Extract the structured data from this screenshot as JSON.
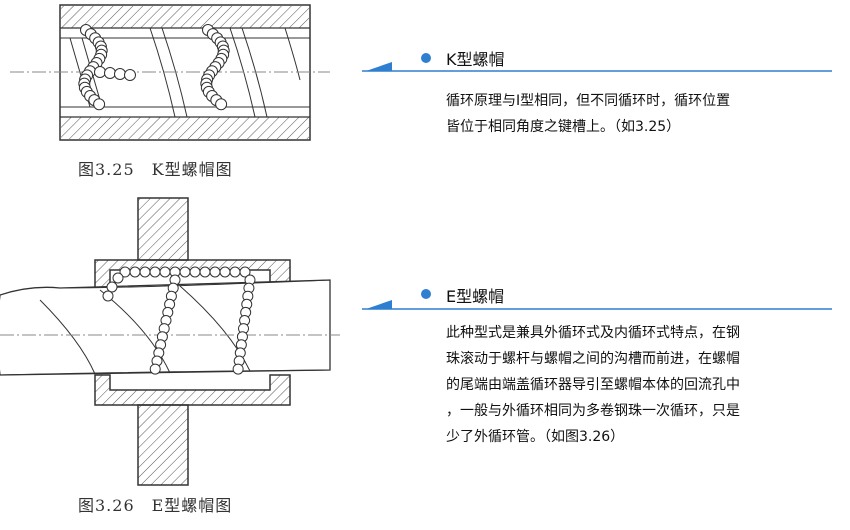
{
  "figures": {
    "k": {
      "caption": "图3.25　K型螺帽图"
    },
    "e": {
      "caption": "图3.26　E型螺帽图"
    }
  },
  "sections": {
    "k": {
      "title": "K型螺帽",
      "lines": [
        "循环原理与I型相同，但不同循环时，循环位置",
        "皆位于相同角度之键槽上。（如3.25）"
      ]
    },
    "e": {
      "title": "E型螺帽",
      "lines": [
        "此种型式是兼具外循环式及内循环式特点，在钢",
        "珠滚动于螺杆与螺帽之间的沟槽而前进，在螺帽",
        "的尾端由端盖循环器导引至螺帽本体的回流孔中",
        "，一般与外循环相同为多卷钢珠一次循环，只是",
        "少了外循环管。（如图3.26）"
      ]
    }
  },
  "colors": {
    "accent": "#2f7fd0",
    "line": "#333333"
  }
}
